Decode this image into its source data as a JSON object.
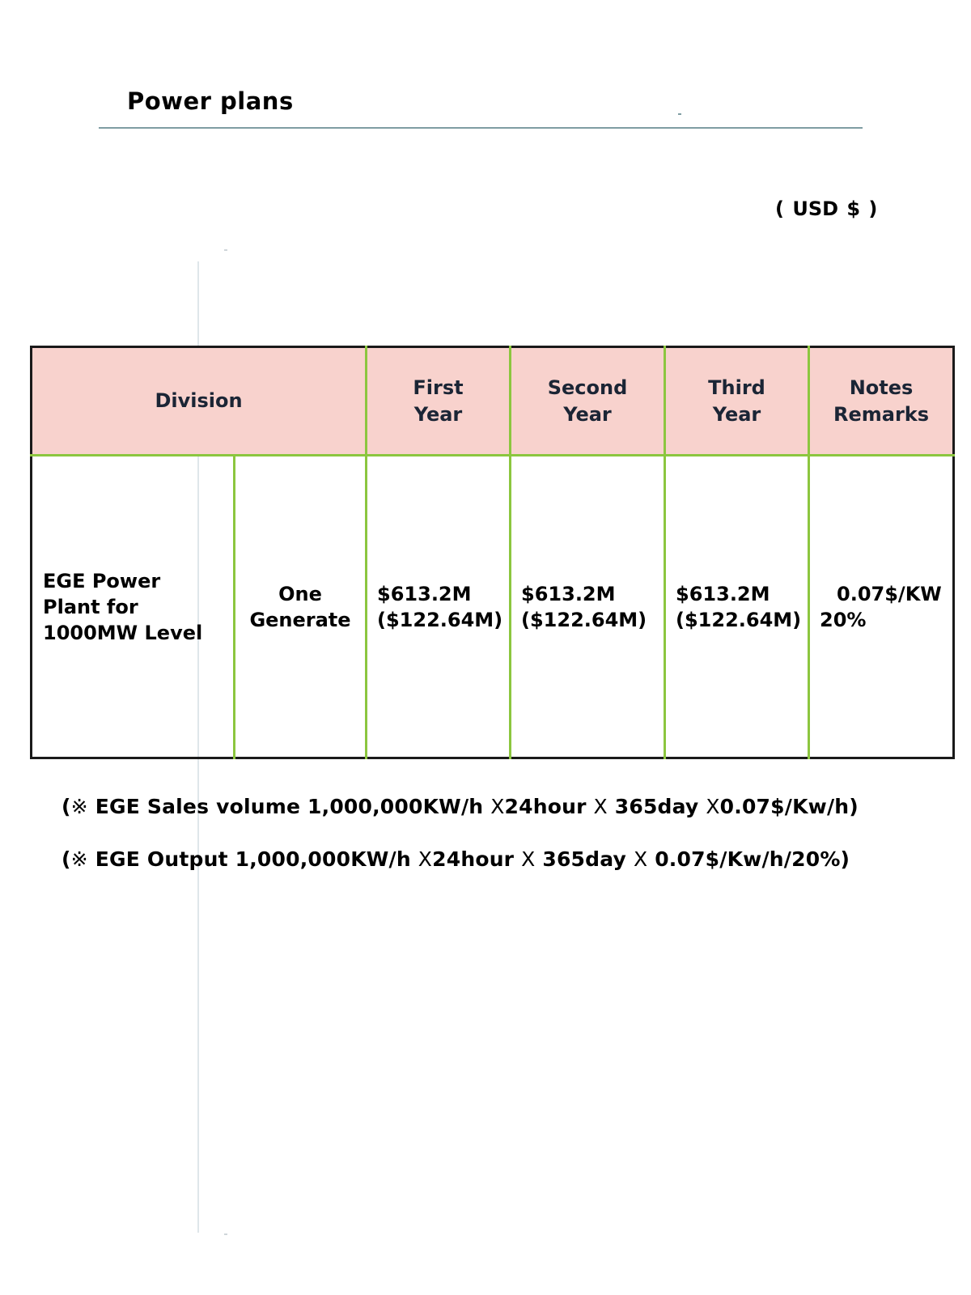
{
  "page": {
    "title": "Power plans",
    "currency": "( USD $ )"
  },
  "table": {
    "headers": {
      "division": "Division",
      "first_year": [
        "First",
        "Year"
      ],
      "second_year": [
        "Second",
        "Year"
      ],
      "third_year": [
        "Third",
        "Year"
      ],
      "notes": [
        "Notes",
        "Remarks"
      ]
    },
    "row": {
      "plant": [
        "EGE Power",
        "Plant for",
        "1000MW Level"
      ],
      "type": [
        "One",
        "Generate"
      ],
      "first_year": [
        "$613.2M",
        "($122.64M)"
      ],
      "second_year": [
        "$613.2M",
        "($122.64M)"
      ],
      "third_year": [
        "$613.2M",
        "($122.64M)"
      ],
      "notes": [
        "0.07$/KW",
        "20%"
      ]
    },
    "colors": {
      "header_bg": "#f8d2cd",
      "grid": "#8cc63f",
      "outer_border": "#1a1a1a"
    }
  },
  "formulas": {
    "sales": {
      "open": "(",
      "mark": "※",
      "label": "EGE Sales volume",
      "volume": "1,000,000KW/h",
      "times": "X",
      "hours": "24hour",
      "days": "365day",
      "rate": "0.07$/Kw/h)"
    },
    "output": {
      "open": "(",
      "mark": "※",
      "label": "EGE Output",
      "volume": "1,000,000KW/h",
      "times": "X",
      "hours": "24hour",
      "days": "365day",
      "rate": "0.07$/Kw/h/20%)"
    }
  }
}
